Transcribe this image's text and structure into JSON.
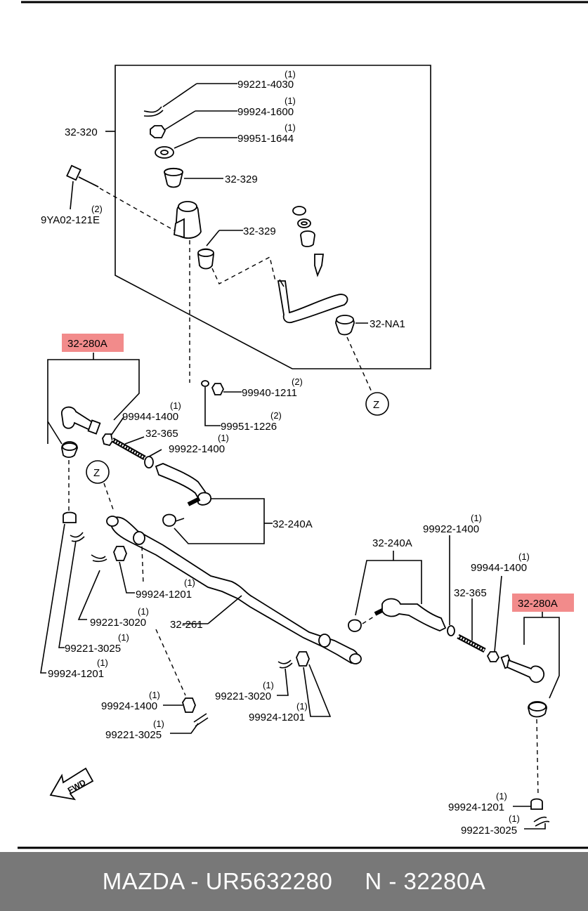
{
  "highlight_color": "#f28b8b",
  "footer_color": "#787878",
  "labels": {
    "p32_320": "32-320",
    "p99221_4030": "99221-4030",
    "p99924_1600": "99924-1600",
    "p99951_1644": "99951-1644",
    "p32_329_a": "32-329",
    "p32_329_b": "32-329",
    "p9YA02_121E": "9YA02-121E",
    "p32_NA1": "32-NA1",
    "p32_280A_left": "32-280A",
    "p32_280A_right": "32-280A",
    "p99940_1211": "99940-1211",
    "p99951_1226": "99951-1226",
    "p99944_1400_left": "99944-1400",
    "p32_365_left": "32-365",
    "p99922_1400_left": "99922-1400",
    "z_top": "Z",
    "z_left": "Z",
    "p32_240A_left": "32-240A",
    "p32_240A_right": "32-240A",
    "p99922_1400_right": "99922-1400",
    "p99944_1400_right": "99944-1400",
    "p32_365_right": "32-365",
    "p99924_1201_a": "99924-1201",
    "p99221_3020_a": "99221-3020",
    "p32_261": "32-261",
    "p99221_3025_a": "99221-3025",
    "p99924_1201_b": "99924-1201",
    "p99221_3020_b": "99221-3020",
    "p99924_1400_bottom": "99924-1400",
    "p99924_1201_c": "99924-1201",
    "p99221_3025_b": "99221-3025",
    "p99924_1201_d": "99924-1201",
    "p99221_3025_c": "99221-3025",
    "fwd": "FWD"
  },
  "quantities": {
    "q99221_4030": "(1)",
    "q99924_1600": "(1)",
    "q99951_1644": "(1)",
    "q9YA02_121E": "(2)",
    "q99940_1211": "(2)",
    "q99951_1226": "(2)",
    "q99944_1400_left": "(1)",
    "q99922_1400_left": "(1)",
    "q99922_1400_right": "(1)",
    "q99944_1400_right": "(1)",
    "q99924_1201_a": "(1)",
    "q99221_3020_a": "(1)",
    "q99221_3025_a": "(1)",
    "q99924_1201_b": "(1)",
    "q99221_3020_b": "(1)",
    "q99924_1400_bottom": "(1)",
    "q99924_1201_c": "(1)",
    "q99221_3025_b": "(1)",
    "q99924_1201_d": "(1)",
    "q99221_3025_c": "(1)"
  },
  "footer": {
    "brand_part": "MAZDA - UR5632280",
    "ref": "N - 32280A"
  }
}
